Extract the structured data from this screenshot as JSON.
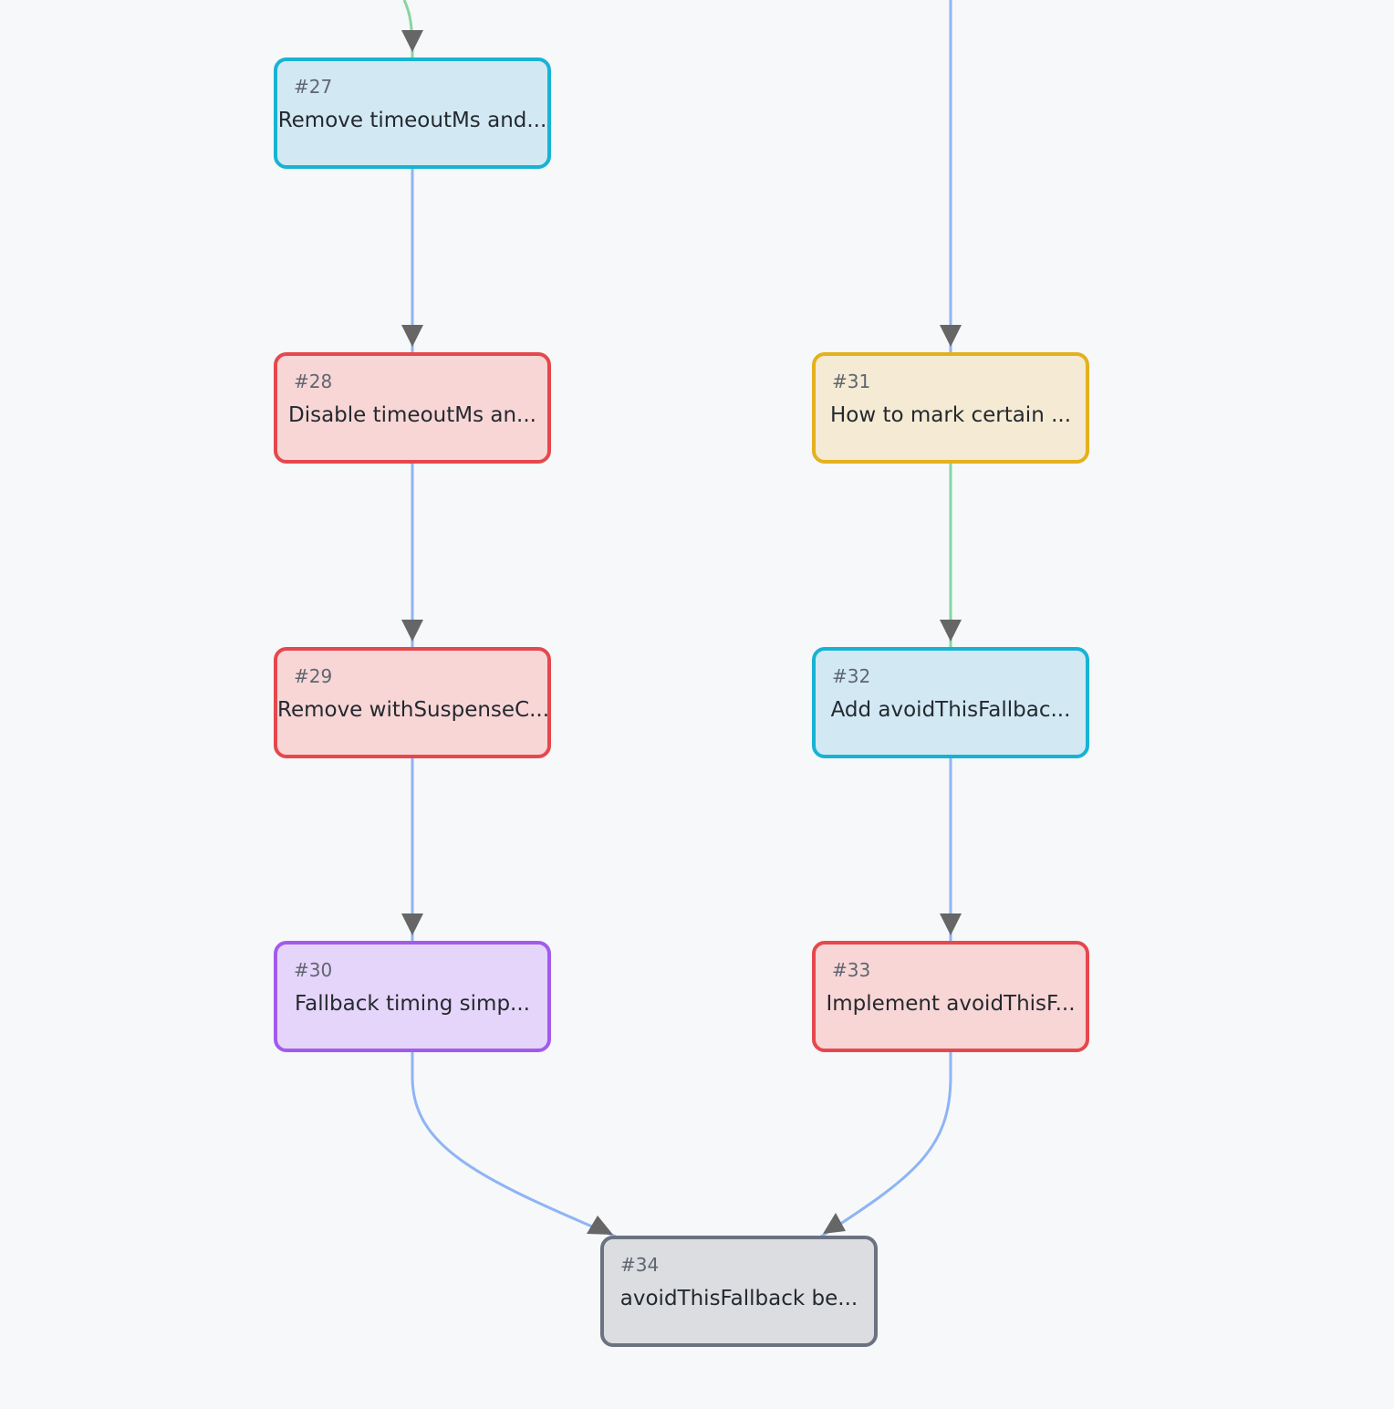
{
  "colors": {
    "background": "#f6f8fa",
    "edge_blue": "#8fb4f5",
    "edge_green": "#86d6a0",
    "arrowhead": "#666666",
    "node_cyan": "#17b3d3",
    "node_red": "#e5484d",
    "node_purple": "#a35bea",
    "node_yellow": "#e4b11e",
    "node_gray": "#6b7280"
  },
  "nodes": {
    "n27": {
      "id": "#27",
      "title": "Remove timeoutMs and...",
      "color": "cyan"
    },
    "n28": {
      "id": "#28",
      "title": "Disable timeoutMs an...",
      "color": "red"
    },
    "n29": {
      "id": "#29",
      "title": "Remove withSuspenseC...",
      "color": "red"
    },
    "n30": {
      "id": "#30",
      "title": "Fallback timing simp...",
      "color": "purple"
    },
    "n31": {
      "id": "#31",
      "title": "How to mark certain ...",
      "color": "yellow"
    },
    "n32": {
      "id": "#32",
      "title": "Add avoidThisFallbac...",
      "color": "cyan"
    },
    "n33": {
      "id": "#33",
      "title": "Implement avoidThisF...",
      "color": "red"
    },
    "n34": {
      "id": "#34",
      "title": "avoidThisFallback be...",
      "color": "gray"
    }
  },
  "edges": [
    {
      "from": "offscreen",
      "to": "n27",
      "color": "green"
    },
    {
      "from": "n27",
      "to": "n28",
      "color": "blue"
    },
    {
      "from": "n28",
      "to": "n29",
      "color": "blue"
    },
    {
      "from": "n29",
      "to": "n30",
      "color": "blue"
    },
    {
      "from": "n30",
      "to": "n34",
      "color": "blue"
    },
    {
      "from": "offscreen",
      "to": "n31",
      "color": "blue"
    },
    {
      "from": "n31",
      "to": "n32",
      "color": "green"
    },
    {
      "from": "n32",
      "to": "n33",
      "color": "blue"
    },
    {
      "from": "n33",
      "to": "n34",
      "color": "blue"
    }
  ]
}
